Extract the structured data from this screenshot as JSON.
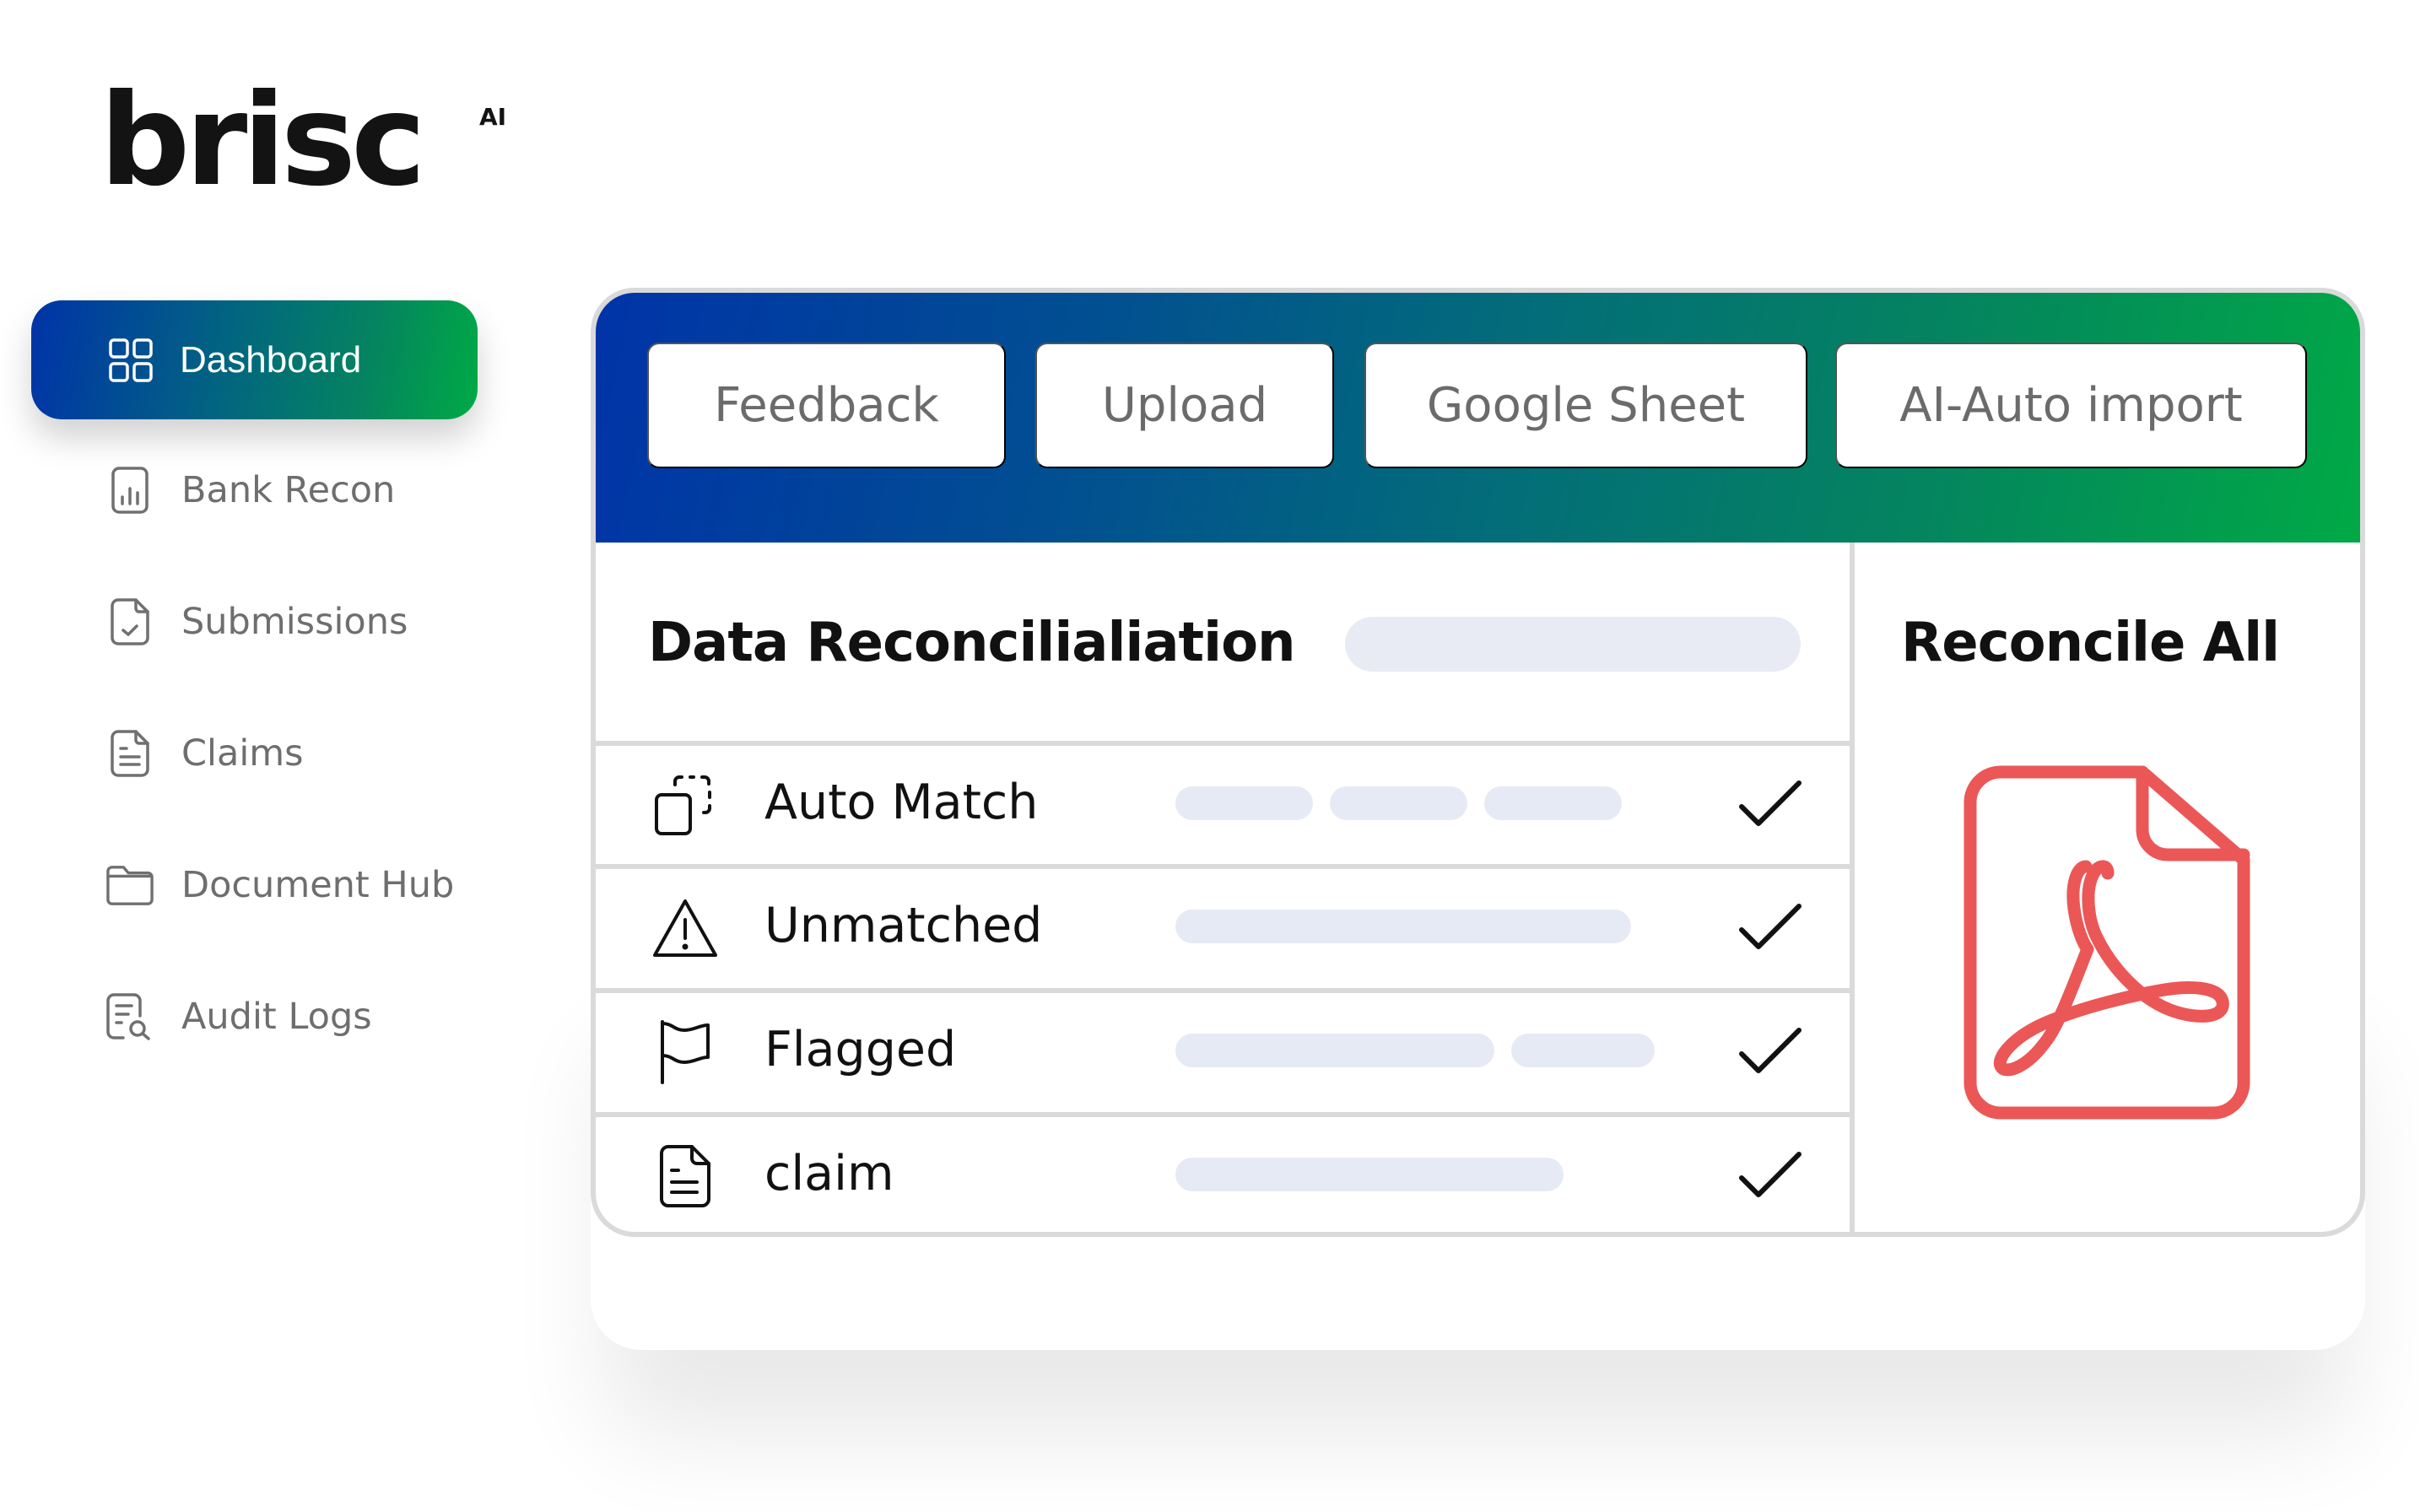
{
  "brand": {
    "name": "brisc",
    "superscript": "AI"
  },
  "sidebar": {
    "items": [
      {
        "label": "Dashboard",
        "icon": "grid-icon",
        "active": true
      },
      {
        "label": "Bank Recon",
        "icon": "bar-chart-icon",
        "active": false
      },
      {
        "label": "Submissions",
        "icon": "file-check-icon",
        "active": false
      },
      {
        "label": "Claims",
        "icon": "file-text-icon",
        "active": false
      },
      {
        "label": "Document Hub",
        "icon": "folder-icon",
        "active": false
      },
      {
        "label": "Audit Logs",
        "icon": "file-search-icon",
        "active": false
      }
    ]
  },
  "header": {
    "buttons": [
      {
        "label": "Feedback"
      },
      {
        "label": "Upload"
      },
      {
        "label": "Google Sheet"
      },
      {
        "label": "AI-Auto import"
      }
    ],
    "gradient_start": "#0033a8",
    "gradient_end": "#00aa45"
  },
  "main": {
    "title": "Data Reconcilialiation",
    "rows": [
      {
        "label": "Auto Match",
        "icon": "auto-match-icon",
        "status": "checked"
      },
      {
        "label": "Unmatched",
        "icon": "warning-icon",
        "status": "checked"
      },
      {
        "label": "Flagged",
        "icon": "flag-icon",
        "status": "checked"
      },
      {
        "label": "claim",
        "icon": "document-icon",
        "status": "checked"
      }
    ]
  },
  "side_panel": {
    "title": "Reconcile All",
    "icon": "pdf-file-icon",
    "icon_color": "#eb5757"
  }
}
